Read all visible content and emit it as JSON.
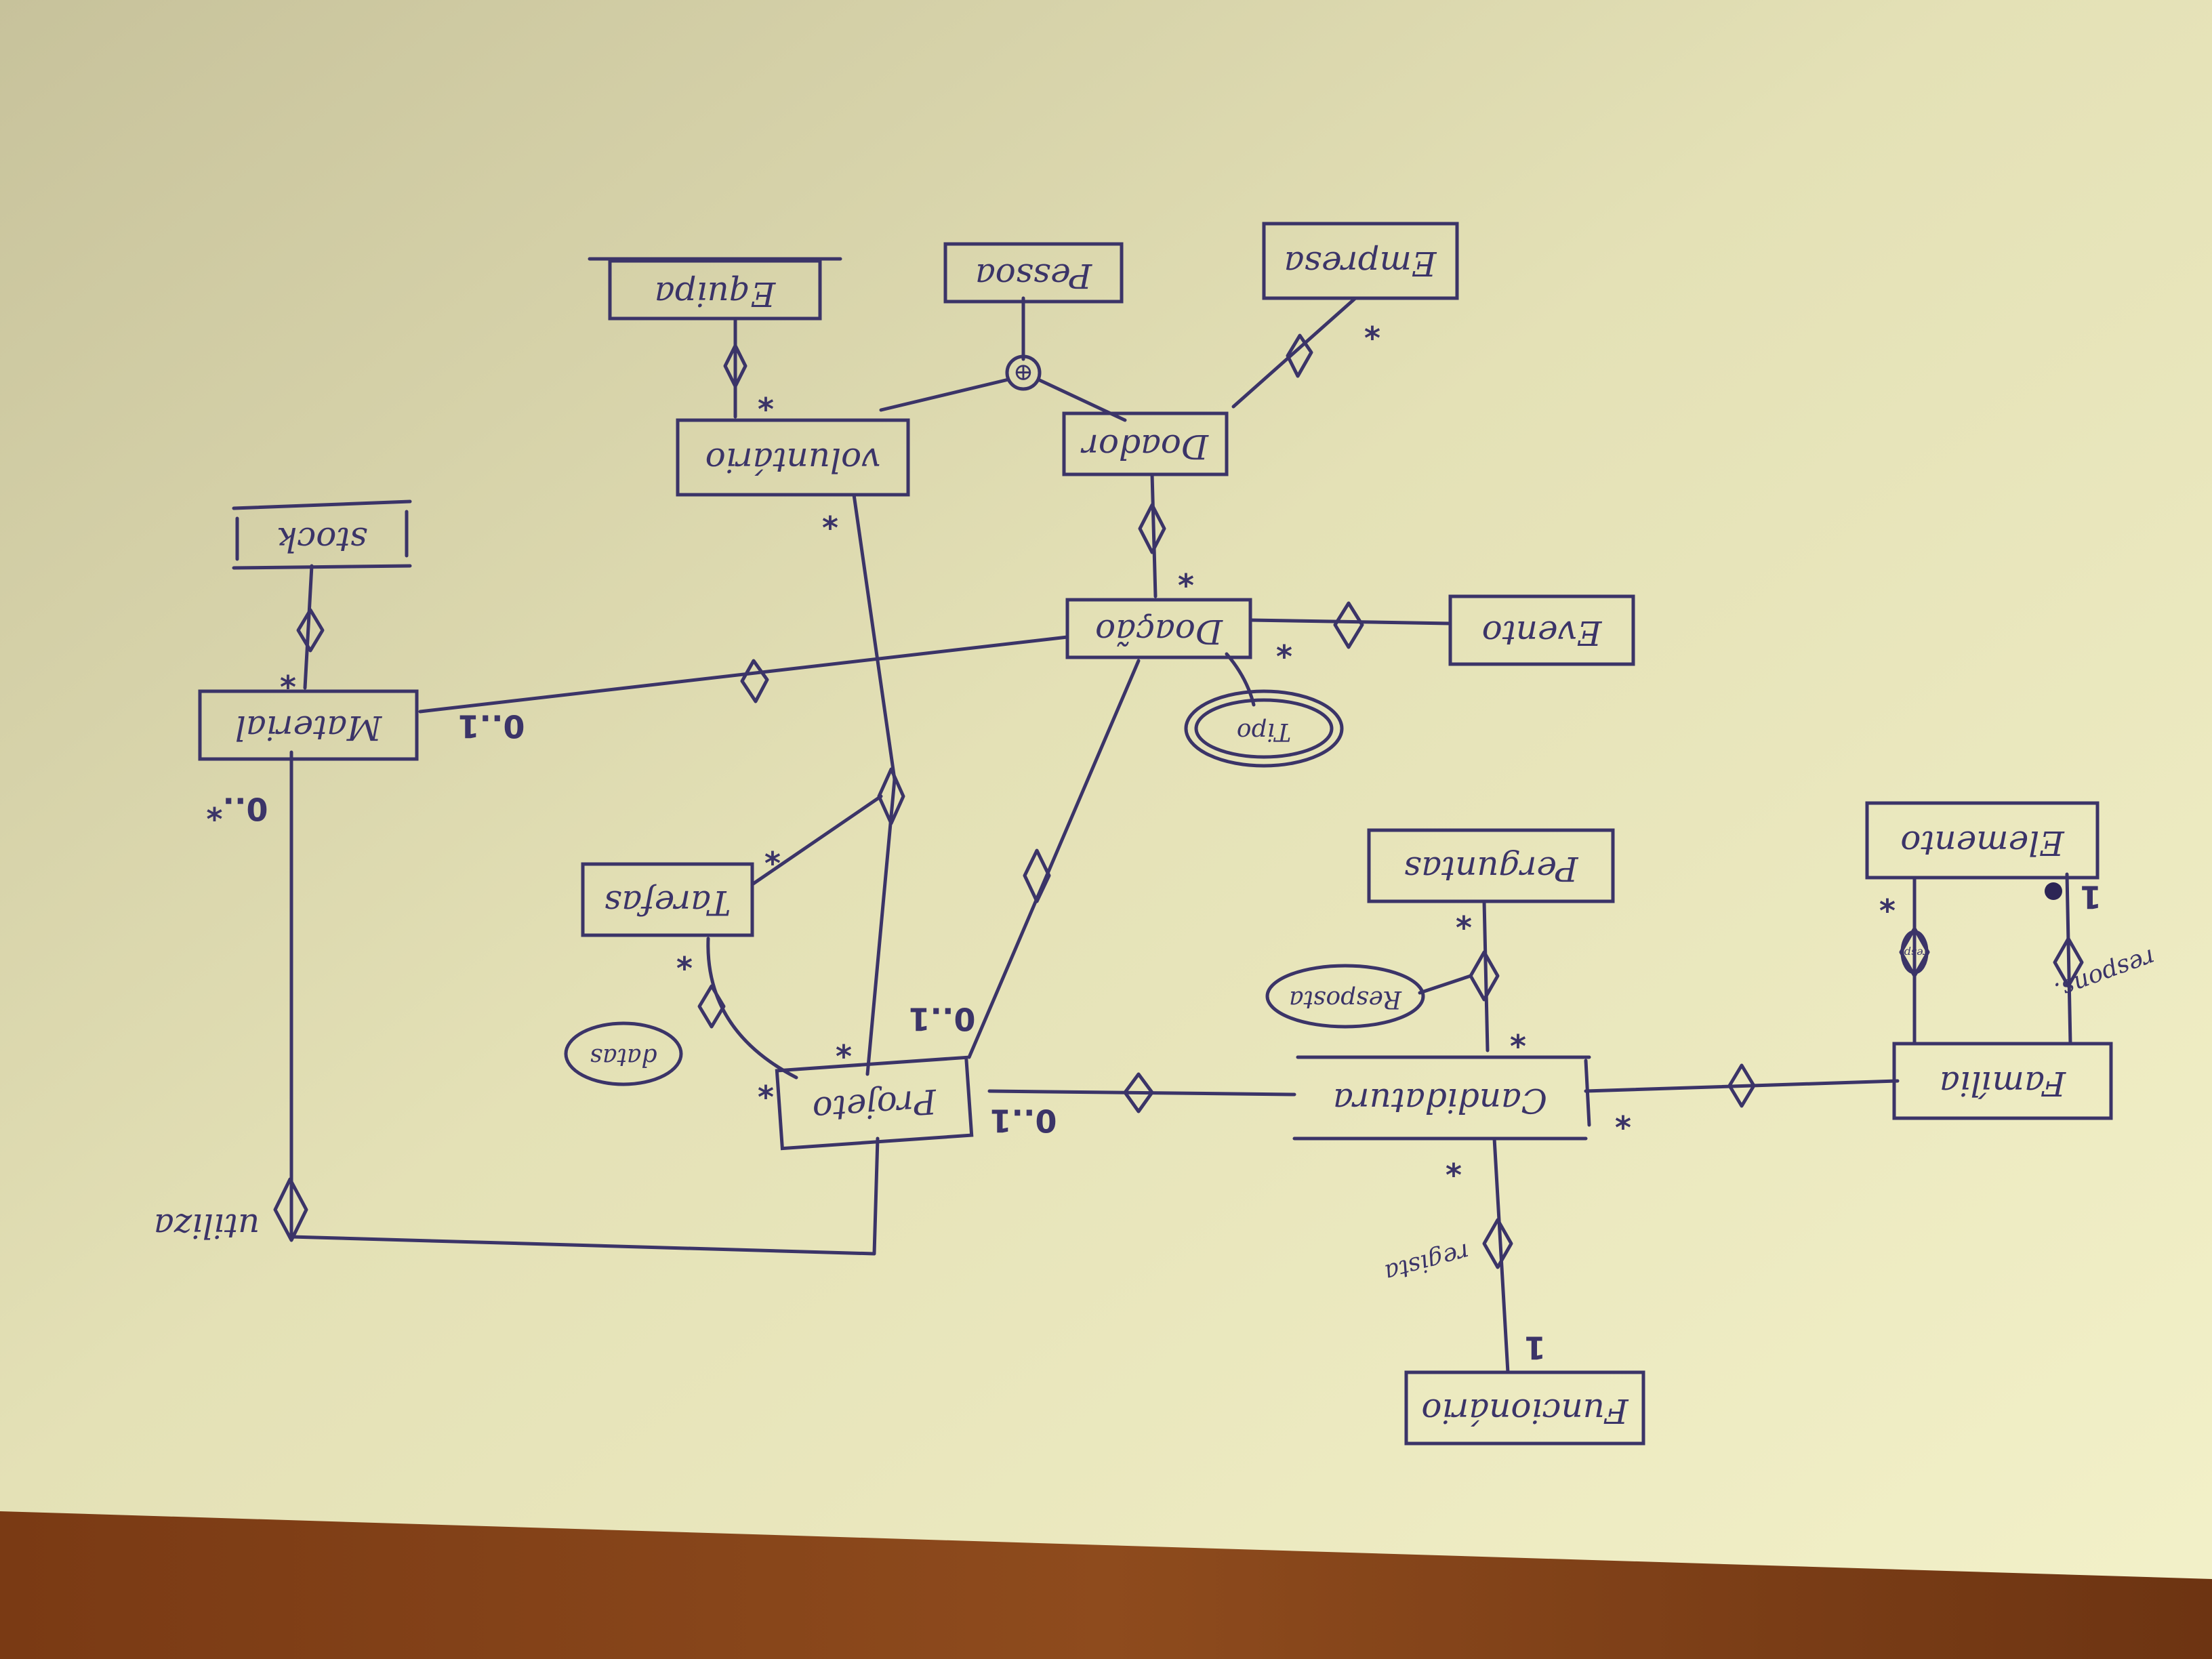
{
  "diagram": {
    "classes": {
      "equipa": "Equipa",
      "pessoa": "Pessoa",
      "empresa": "Empresa",
      "voluntario": "voluntário",
      "doador": "Doador",
      "stock": "stock",
      "doacao": "Doação",
      "evento": "Evento",
      "material": "Material",
      "tarefas": "Tarefas",
      "projeto": "Projeto",
      "candidatura": "Candidatura",
      "elemento": "Elemento",
      "perguntas": "Perguntas",
      "familia": "Família",
      "funcionario": "Funcionário"
    },
    "attributes": {
      "tipo": "Tipo",
      "datas": "datas",
      "resposta": "Resposta",
      "resp": "resp."
    },
    "roles": {
      "utiliza": "utiliza",
      "responsavel": "respons.",
      "regista": "regista"
    },
    "multiplicities": {
      "star": "*",
      "zero_one": "0..1",
      "zero_star": "0..*",
      "one": "1"
    },
    "colors": {
      "paper": "#f2f0c6",
      "ink": "#3b3468",
      "table": "#8a4a1c"
    }
  }
}
